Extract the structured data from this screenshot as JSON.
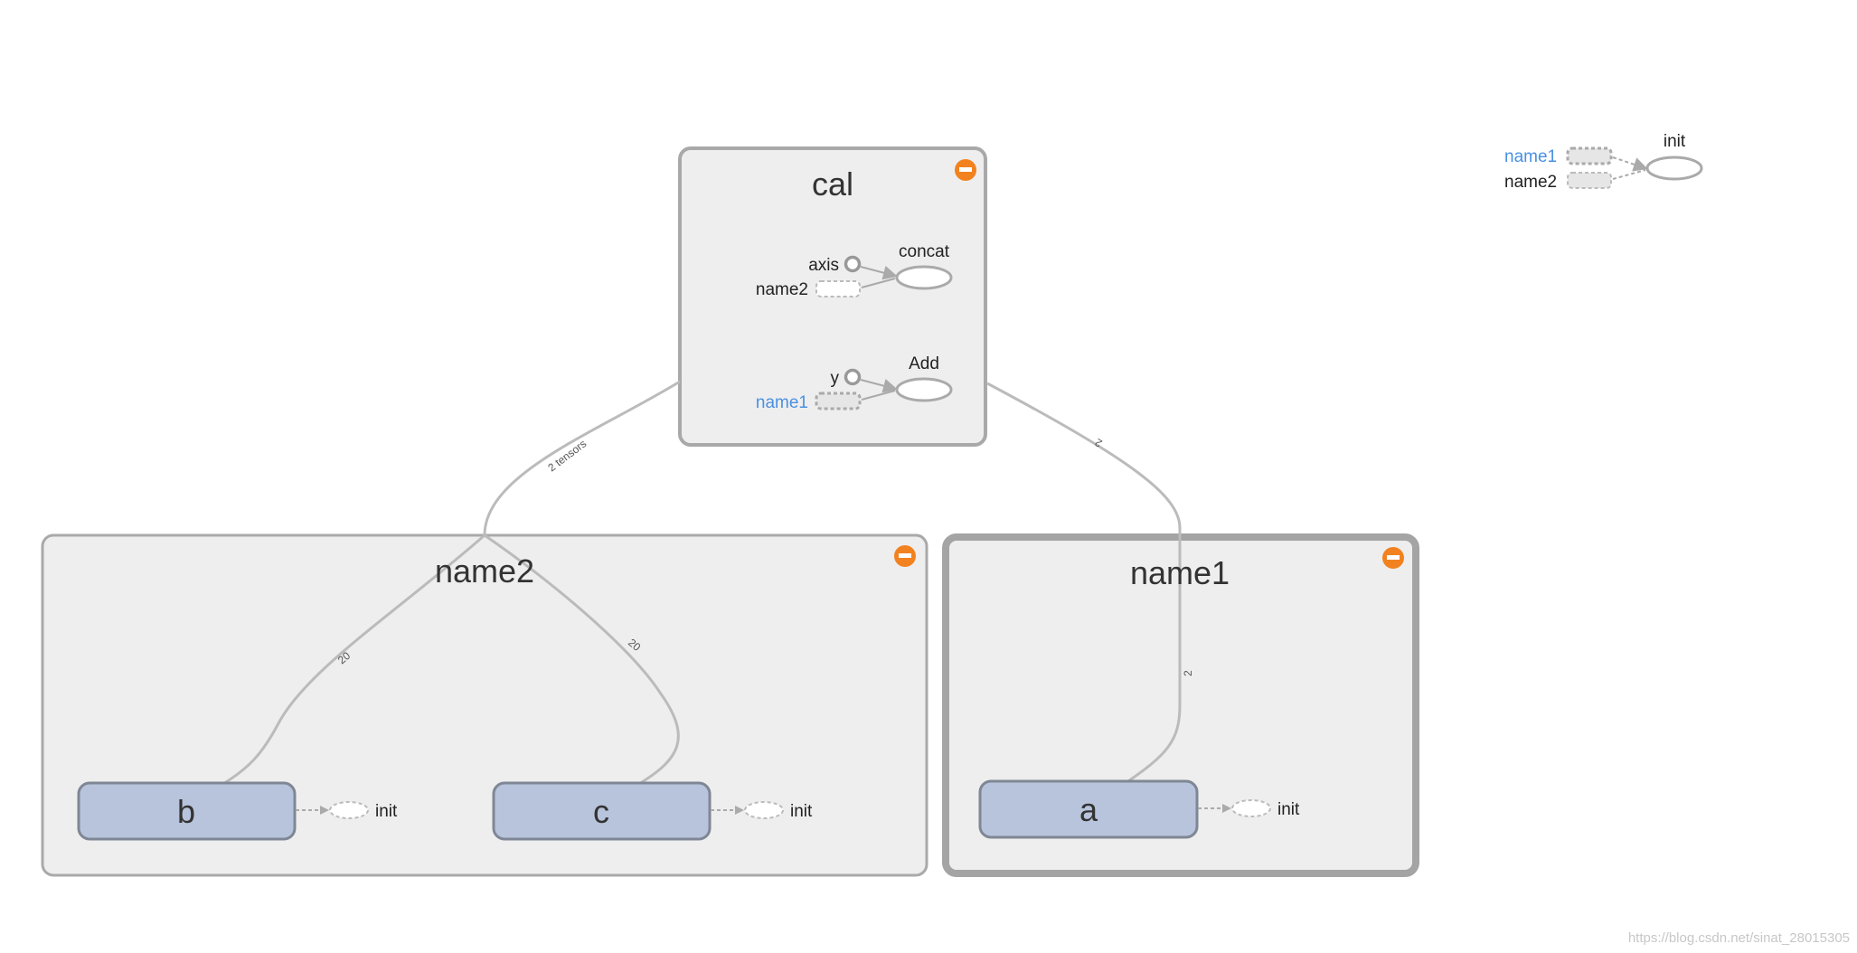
{
  "groups": {
    "cal": {
      "title": "cal",
      "ops": {
        "concat": {
          "label": "concat",
          "inputs": [
            "axis",
            "name2"
          ]
        },
        "add": {
          "label": "Add",
          "inputs": [
            "y",
            "name1"
          ]
        }
      }
    },
    "name2": {
      "title": "name2"
    },
    "name1": {
      "title": "name1"
    }
  },
  "nodes": {
    "b": {
      "label": "b",
      "init_label": "init"
    },
    "c": {
      "label": "c",
      "init_label": "init"
    },
    "a": {
      "label": "a",
      "init_label": "init"
    }
  },
  "edges": {
    "name2_to_cal": "2 tensors",
    "b_to_name2": "20",
    "c_to_name2": "20",
    "name1_to_cal": "2",
    "a_to_name1": "2"
  },
  "init_op": {
    "label": "init",
    "inputs": [
      "name1",
      "name2"
    ]
  },
  "watermark": "https://blog.csdn.net/sinat_28015305",
  "colors": {
    "group_fill": "#eeeeee",
    "group_stroke": "#a9a9a9",
    "node_fill": "#b8c4dc",
    "node_stroke": "#7f8795",
    "edge": "#bbbbbb",
    "collapse_button": "#f28220",
    "link_text": "#4a90e2"
  }
}
